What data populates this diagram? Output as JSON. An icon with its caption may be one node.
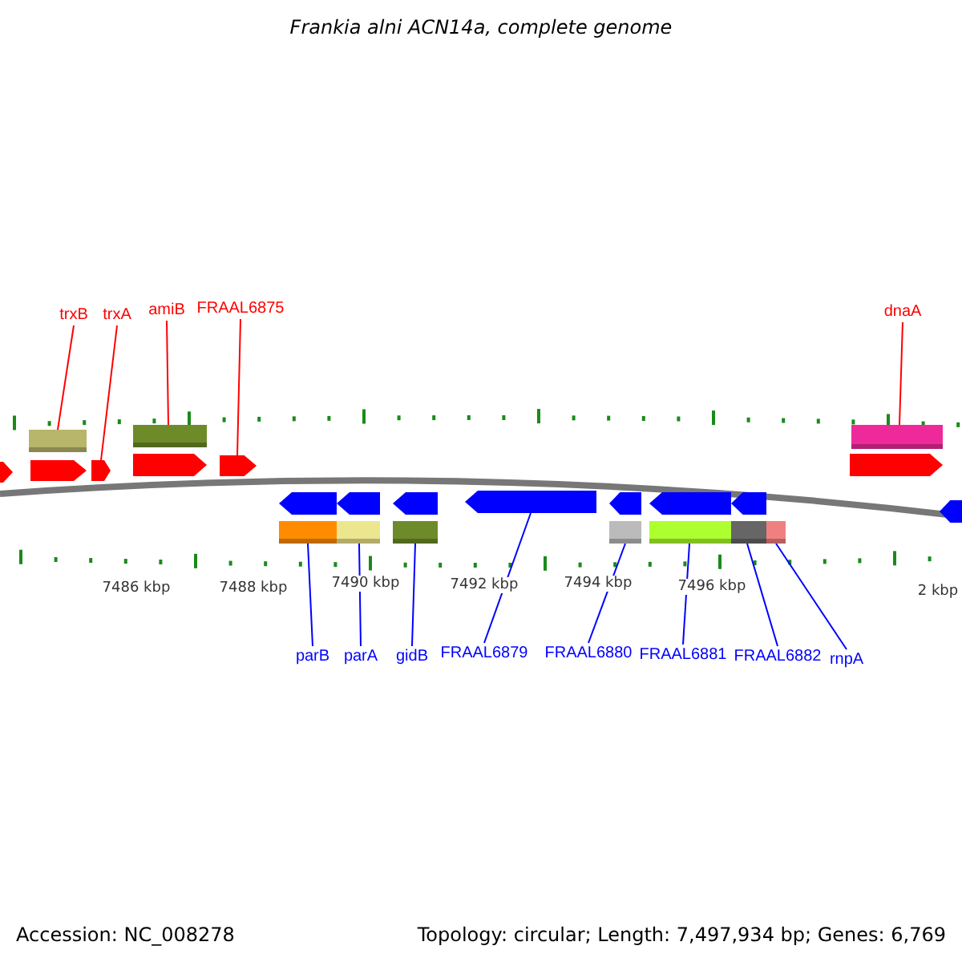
{
  "diagram": {
    "title": "Frankia alni ACN14a, complete genome",
    "nodes": [
      {
        "text": [
          "trxB"
        ]
      },
      {
        "text": [
          "trxA"
        ]
      },
      {
        "text": [
          "amiB"
        ]
      },
      {
        "text": [
          "FRAAL6875"
        ]
      },
      {
        "text": [
          "dnaA"
        ]
      },
      {
        "text": [],
        "shape": "bar"
      },
      {
        "text": [],
        "shape": "bar"
      },
      {
        "text": [],
        "shape": "bar"
      },
      {
        "text": [],
        "shape": "bar"
      },
      {
        "text": [],
        "shape": "bar"
      },
      {
        "text": [
          "parB"
        ]
      },
      {
        "text": [
          "parA"
        ]
      },
      {
        "text": [
          "gidB"
        ]
      },
      {
        "text": [
          "FRAAL6879"
        ]
      },
      {
        "text": [
          "FRAAL6880"
        ]
      },
      {
        "text": [
          "FRAAL6881"
        ]
      },
      {
        "text": [
          "FRAAL6882"
        ]
      },
      {
        "text": [
          "rnpA"
        ]
      },
      {
        "text": [],
        "shape": "bar"
      },
      {
        "text": [],
        "shape": "bar"
      },
      {
        "text": [],
        "shape": "bar"
      },
      {
        "text": [],
        "shape": "bar"
      },
      {
        "text": [],
        "shape": "bar"
      },
      {
        "text": [],
        "shape": "bar"
      },
      {
        "text": [],
        "shape": "bar"
      },
      {
        "text": [],
        "shape": "bar"
      }
    ],
    "edges": [
      {
        "from": 0,
        "to": 5,
        "arrow": "none",
        "color": "#ff0000"
      },
      {
        "from": 1,
        "to": 6,
        "arrow": "none",
        "color": "#ff0000"
      },
      {
        "from": 2,
        "to": 7,
        "arrow": "none",
        "color": "#ff0000"
      },
      {
        "from": 3,
        "to": 8,
        "arrow": "none",
        "color": "#ff0000"
      },
      {
        "from": 4,
        "to": 9,
        "arrow": "none",
        "color": "#ff0000"
      },
      {
        "from": 10,
        "to": 18,
        "arrow": "none"
      },
      {
        "from": 11,
        "to": 19,
        "arrow": "none"
      },
      {
        "from": 12,
        "to": 20,
        "arrow": "none"
      },
      {
        "from": 13,
        "to": 21,
        "arrow": "none"
      },
      {
        "from": 14,
        "to": 22,
        "arrow": "none"
      },
      {
        "from": 15,
        "to": 23,
        "arrow": "none"
      },
      {
        "from": 16,
        "to": 24,
        "arrow": "none"
      },
      {
        "from": 17,
        "to": 25,
        "arrow": "none"
      }
    ],
    "labels": [
      "7486 kbp",
      "7488 kbp",
      "7490 kbp",
      "7492 kbp",
      "7494 kbp",
      "7496 kbp",
      "2 kbp",
      "Accession: NC_008278",
      "Topology: circular; Length: 7,497,934 bp; Genes: 6,769"
    ]
  }
}
